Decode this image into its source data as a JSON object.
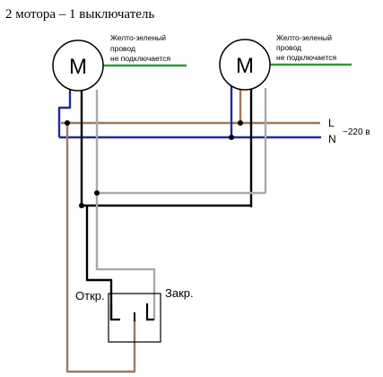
{
  "title": "2 мотора – 1 выключатель",
  "motors": [
    {
      "letter": "M",
      "note": [
        "Желто-зеленый",
        "провод",
        "не подключается"
      ]
    },
    {
      "letter": "M",
      "note": [
        "Желто-зеленый",
        "провод",
        "не подключается"
      ]
    }
  ],
  "supply": {
    "line_label": "L",
    "neutral_label": "N",
    "voltage": "~220 в"
  },
  "switch": {
    "open_label": "Откр.",
    "close_label": "Закр."
  },
  "colors": {
    "brown": "#a0785a",
    "blue": "#1f2a9c",
    "black": "#000000",
    "gray": "#a9a9a9",
    "green": "#2e9a3a"
  }
}
